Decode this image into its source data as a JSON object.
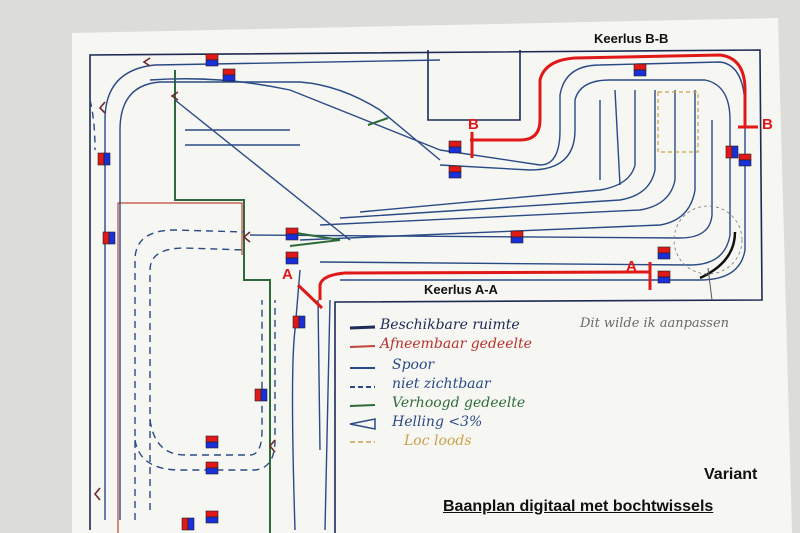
{
  "labels": {
    "keerlus_bb": "Keerlus B-B",
    "keerlus_aa": "Keerlus A-A",
    "b_left": "B",
    "b_right": "B",
    "a_left": "A",
    "a_right": "A",
    "variant": "Variant",
    "title": "Baanplan digitaal met bochtwissels",
    "note": "Dit wilde ik aanpassen"
  },
  "legend": [
    {
      "text": "Beschikbare ruimte",
      "color": "#1c2a55"
    },
    {
      "text": "Afneembaar gedeelte",
      "color": "#b8322b"
    },
    {
      "text": "Spoor",
      "color": "#2a4a86"
    },
    {
      "text": "niet zichtbaar",
      "color": "#2a4a86"
    },
    {
      "text": "Verhoogd gedeelte",
      "color": "#2f6b3a"
    },
    {
      "text": "Helling <3%",
      "color": "#2a4a86"
    },
    {
      "text": "Loc loods",
      "color": "#c8a24a"
    }
  ],
  "colors": {
    "paper": "#f6f6f3",
    "track": "#2a4a86",
    "frame": "#1c2a55",
    "removable": "#c0463c",
    "raised": "#2f6b3a",
    "reverse_loop": "#e01818",
    "detector_red": "#e01818",
    "detector_blue": "#1a2fd8"
  }
}
